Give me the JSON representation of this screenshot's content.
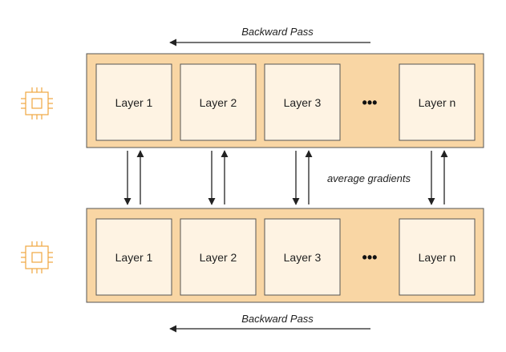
{
  "colors": {
    "band_fill": "#f9d6a4",
    "band_stroke": "#555555",
    "box_fill": "#fef3e3",
    "box_stroke": "#555555",
    "arrow": "#222222",
    "chip": "#f0a640"
  },
  "top": {
    "pass_label": "Backward Pass",
    "layers": [
      "Layer 1",
      "Layer 2",
      "Layer 3",
      "Layer n"
    ],
    "ellipsis": "•••",
    "chip_icon": "cpu-chip-icon"
  },
  "bottom": {
    "pass_label": "Backward Pass",
    "layers": [
      "Layer 1",
      "Layer 2",
      "Layer 3",
      "Layer n"
    ],
    "ellipsis": "•••",
    "chip_icon": "cpu-chip-icon"
  },
  "middle": {
    "annotation": "average gradients"
  }
}
